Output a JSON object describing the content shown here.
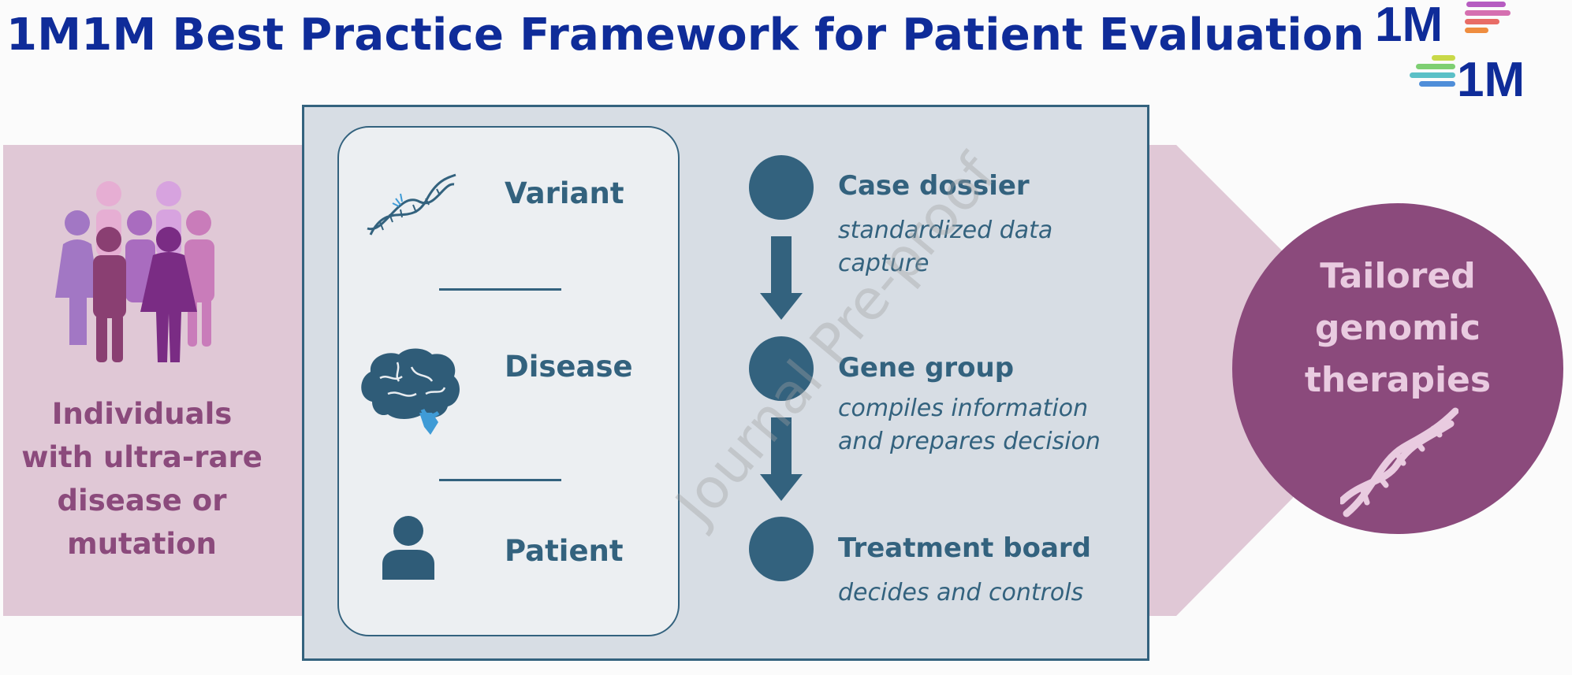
{
  "header": {
    "title": "1M1M Best Practice Framework for Patient Evaluation"
  },
  "logo": {
    "top_text": "1M",
    "bottom_text": "1M",
    "color": "#0f2c99"
  },
  "left": {
    "icon": "people-group-icon",
    "label_lines": [
      "Individuals",
      "with ultra-rare",
      "disease or",
      "mutation"
    ]
  },
  "inputs": {
    "items": [
      {
        "label": "Variant",
        "icon": "dna-icon"
      },
      {
        "label": "Disease",
        "icon": "brain-icon"
      },
      {
        "label": "Patient",
        "icon": "person-icon"
      }
    ]
  },
  "steps": [
    {
      "title": "Case dossier",
      "desc_lines": [
        "standardized data",
        "capture"
      ]
    },
    {
      "title": "Gene group",
      "desc_lines": [
        "compiles information",
        "and prepares decision"
      ]
    },
    {
      "title": "Treatment board",
      "desc_lines": [
        "decides and controls"
      ]
    }
  ],
  "outcome": {
    "label_lines": [
      "Tailored",
      "genomic",
      "therapies"
    ],
    "icon": "dna-icon"
  },
  "watermark": "Journal Pre-proof",
  "colors": {
    "title": "#0f2c99",
    "framework_navy": "#33627e",
    "framework_bg": "#d7dde4",
    "inner_bg": "#eceff2",
    "arrow_band": "#e0c8d6",
    "outcome": "#8b4a7c",
    "outcome_text": "#e9cbe0"
  }
}
